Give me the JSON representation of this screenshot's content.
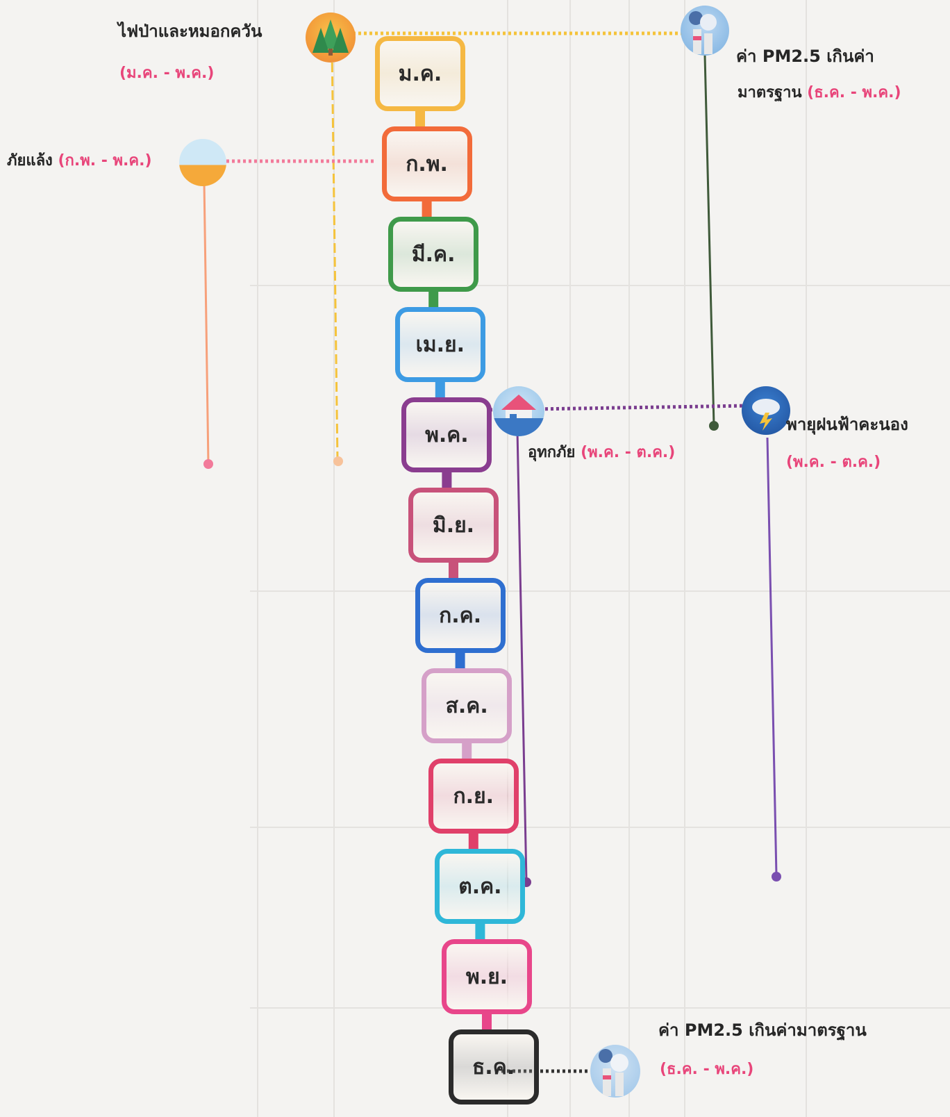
{
  "months": [
    "ม.ค.",
    "ก.พ.",
    "มี.ค.",
    "เม.ย.",
    "พ.ค.",
    "มิ.ย.",
    "ก.ค.",
    "ส.ค.",
    "ก.ย.",
    "ต.ค.",
    "พ.ย.",
    "ธ.ค."
  ],
  "month_colors": [
    "#f5b843",
    "#f26b3a",
    "#3f9a4a",
    "#3d9be3",
    "#8a3d8f",
    "#c8527a",
    "#2f6fd0",
    "#d5a0c8",
    "#e0406a",
    "#2fb7d8",
    "#e8468a",
    "#2b2b2b"
  ],
  "hazards": {
    "fire": {
      "name": "ไฟป่าและหมอกควัน",
      "range": "(ม.ค. - พ.ค.)",
      "color": "#f5c33b",
      "icon": "forest-fire-icon"
    },
    "drought": {
      "name": "ภัยแล้ง",
      "range": "(ก.พ. - พ.ค.)",
      "color": "#f27a9a",
      "icon": "drought-icon"
    },
    "pm25_top": {
      "name1": "ค่า PM2.5 เกินค่า",
      "name2": "มาตรฐาน",
      "range": "(ธ.ค. - พ.ค.)",
      "color": "#3f5a3a",
      "icon": "factory-smoke-icon"
    },
    "flood": {
      "name": "อุทกภัย",
      "range": "(พ.ค. - ต.ค.)",
      "color": "#7a3d8f",
      "icon": "flood-house-icon"
    },
    "storm": {
      "name": "พายุฝนฟ้าคะนอง",
      "range": "(พ.ค. - ต.ค.)",
      "color": "#7a4fb0",
      "icon": "storm-cloud-icon"
    },
    "pm25_bottom": {
      "name": "ค่า PM2.5 เกินค่ามาตรฐาน",
      "range": "(ธ.ค. - พ.ค.)",
      "color": "#333333",
      "icon": "factory-smoke-icon"
    }
  }
}
